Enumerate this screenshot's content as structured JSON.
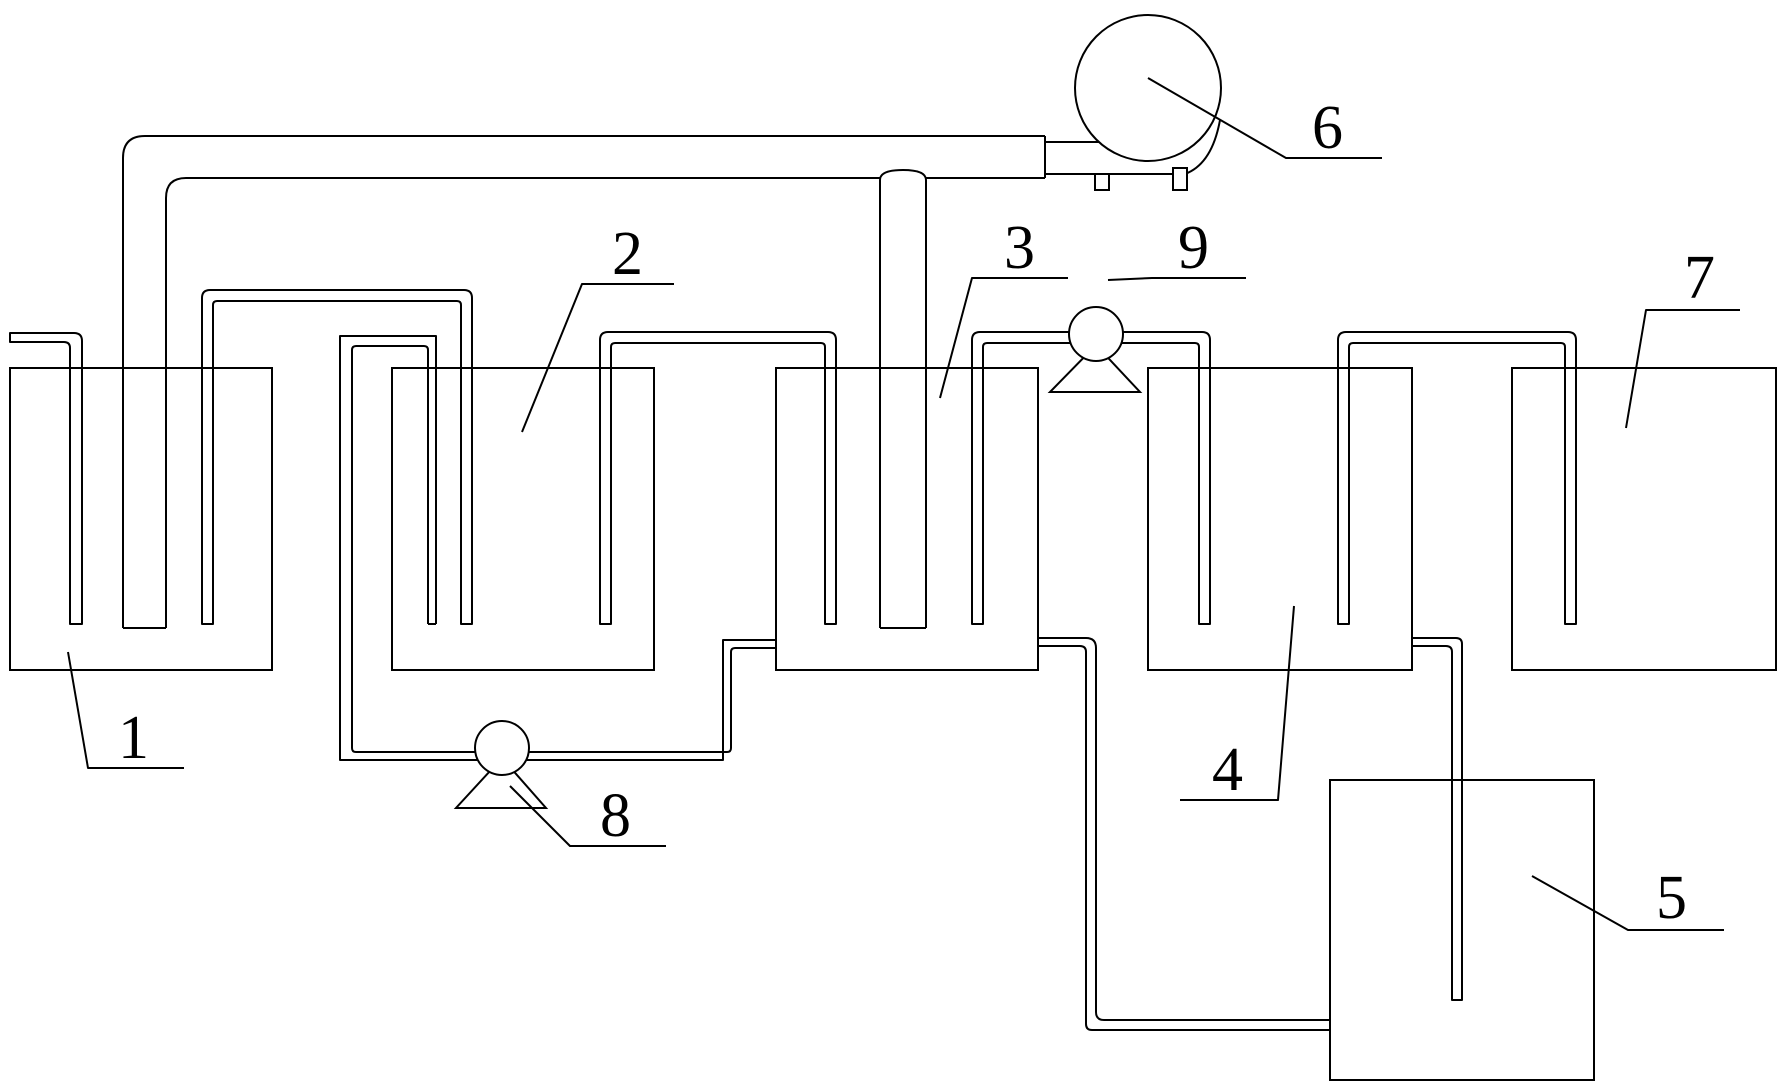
{
  "labels": {
    "tank_1": "1",
    "tank_2": "2",
    "tank_3": "3",
    "tank_4": "4",
    "tank_5": "5",
    "blower_6": "6",
    "tank_7": "7",
    "pump_8": "8",
    "pump_9": "9"
  }
}
